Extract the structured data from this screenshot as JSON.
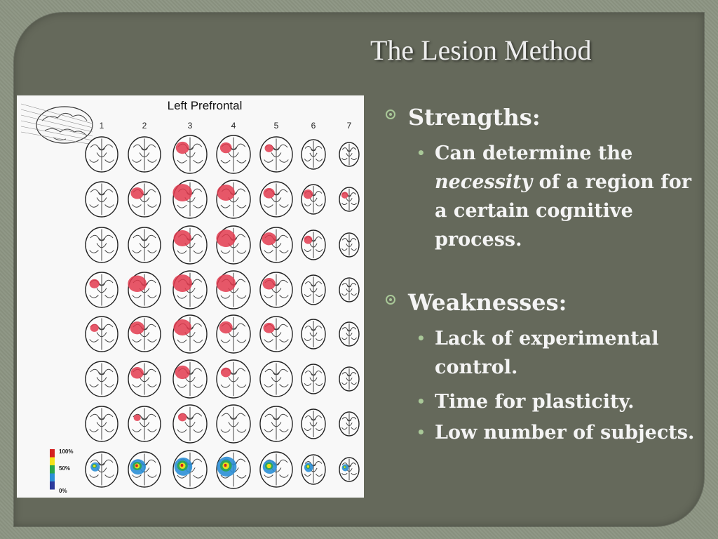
{
  "slide": {
    "title": "The Lesion Method"
  },
  "figure": {
    "title": "Left Prefrontal",
    "columns": [
      "1",
      "2",
      "3",
      "4",
      "5",
      "6",
      "7"
    ],
    "legend": [
      "100%",
      "50%",
      "0%"
    ],
    "row_count": 8,
    "lesion_color": "#e23a4e",
    "legend_colors": [
      "#d42020",
      "#f4e11a",
      "#2aa64b",
      "#2b8fd6",
      "#2c3a9c"
    ]
  },
  "strengths": {
    "heading": "Strengths:",
    "items": [
      {
        "pre": "Can determine the ",
        "em": "necessity",
        "post": " of a region for a certain cognitive process."
      }
    ]
  },
  "weaknesses": {
    "heading": "Weaknesses:",
    "items": [
      "Lack of experimental control.",
      "Time for plasticity.",
      "Low number of subjects."
    ]
  }
}
